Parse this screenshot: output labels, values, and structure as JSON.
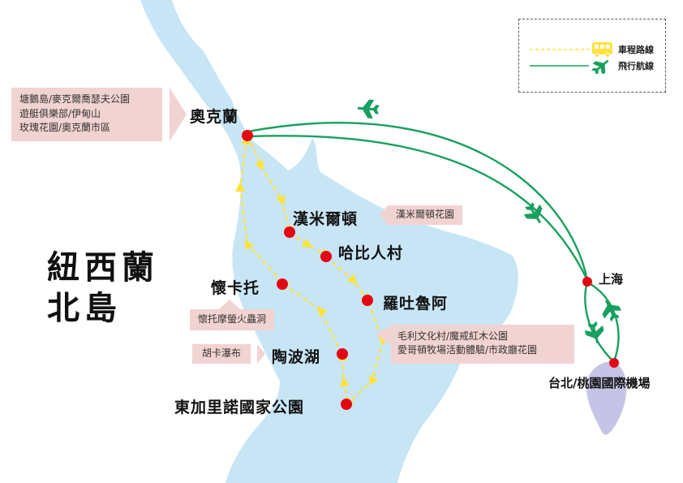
{
  "map_title": [
    "紐西蘭",
    "北島"
  ],
  "legend": {
    "bus_label": "車程路線",
    "flight_label": "飛行航線",
    "bus_icon": "bus-icon",
    "plane_icon": "plane-icon",
    "bus_color": "#ffe23a",
    "flight_color": "#18a05e"
  },
  "colors": {
    "land": "#c7e5f5",
    "taiwan": "#c6c4e6",
    "dot": "#e30613",
    "note_bg": "#f1d3d1"
  },
  "cities": {
    "auckland": "奧克蘭",
    "hamilton": "漢米爾頓",
    "hobbiton": "哈比人村",
    "rotorua": "羅吐魯阿",
    "waitomo": "懷卡托",
    "taupo": "陶波湖",
    "tongariro": "東加里諾國家公園",
    "shanghai": "上海",
    "taipei": "台北/桃園國際機場"
  },
  "notes": {
    "auckland": [
      "塘鵝島/麥克爾喬瑟夫公園",
      "遊艇俱樂部/伊甸山",
      "玫瑰花園/奧克蘭市區"
    ],
    "hamilton": "漢米爾頓花園",
    "waitomo": "懷托摩螢火蟲洞",
    "taupo": "胡卡瀑布",
    "rotorua": [
      "毛利文化村/魔戒紅木公園",
      "愛哥頓牧場活動體驗/市政廳花園"
    ]
  }
}
